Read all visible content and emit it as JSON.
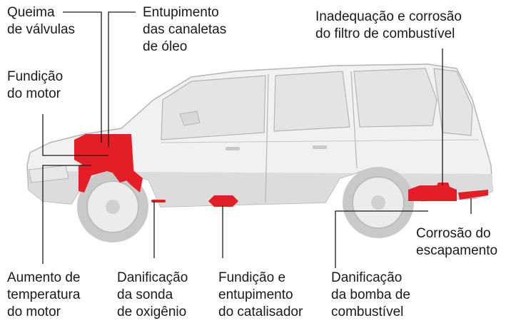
{
  "labels": {
    "queima": "Queima\nde válvulas",
    "entupimento_canaletas": "Entupimento\ndas canaletas\nde óleo",
    "filtro": "Inadequação e corrosão\ndo filtro de combustível",
    "fundicao_motor": "Fundição\ndo motor",
    "escapamento": "Corrosão do\nescapamento",
    "temperatura": "Aumento de\ntemperatura\ndo motor",
    "sonda": "Danificação\nda sonda\nde oxigênio",
    "catalisador": "Fundição e\nentupimento\ndo catalisador",
    "bomba": "Danificação\nda bomba de\ncombustível"
  },
  "colors": {
    "highlight": "#e41e26",
    "car_body": "#f1f1f1",
    "car_shadow": "#d9d9d9",
    "car_outline": "#b5b5b5",
    "leader": "#1a1a1a"
  }
}
